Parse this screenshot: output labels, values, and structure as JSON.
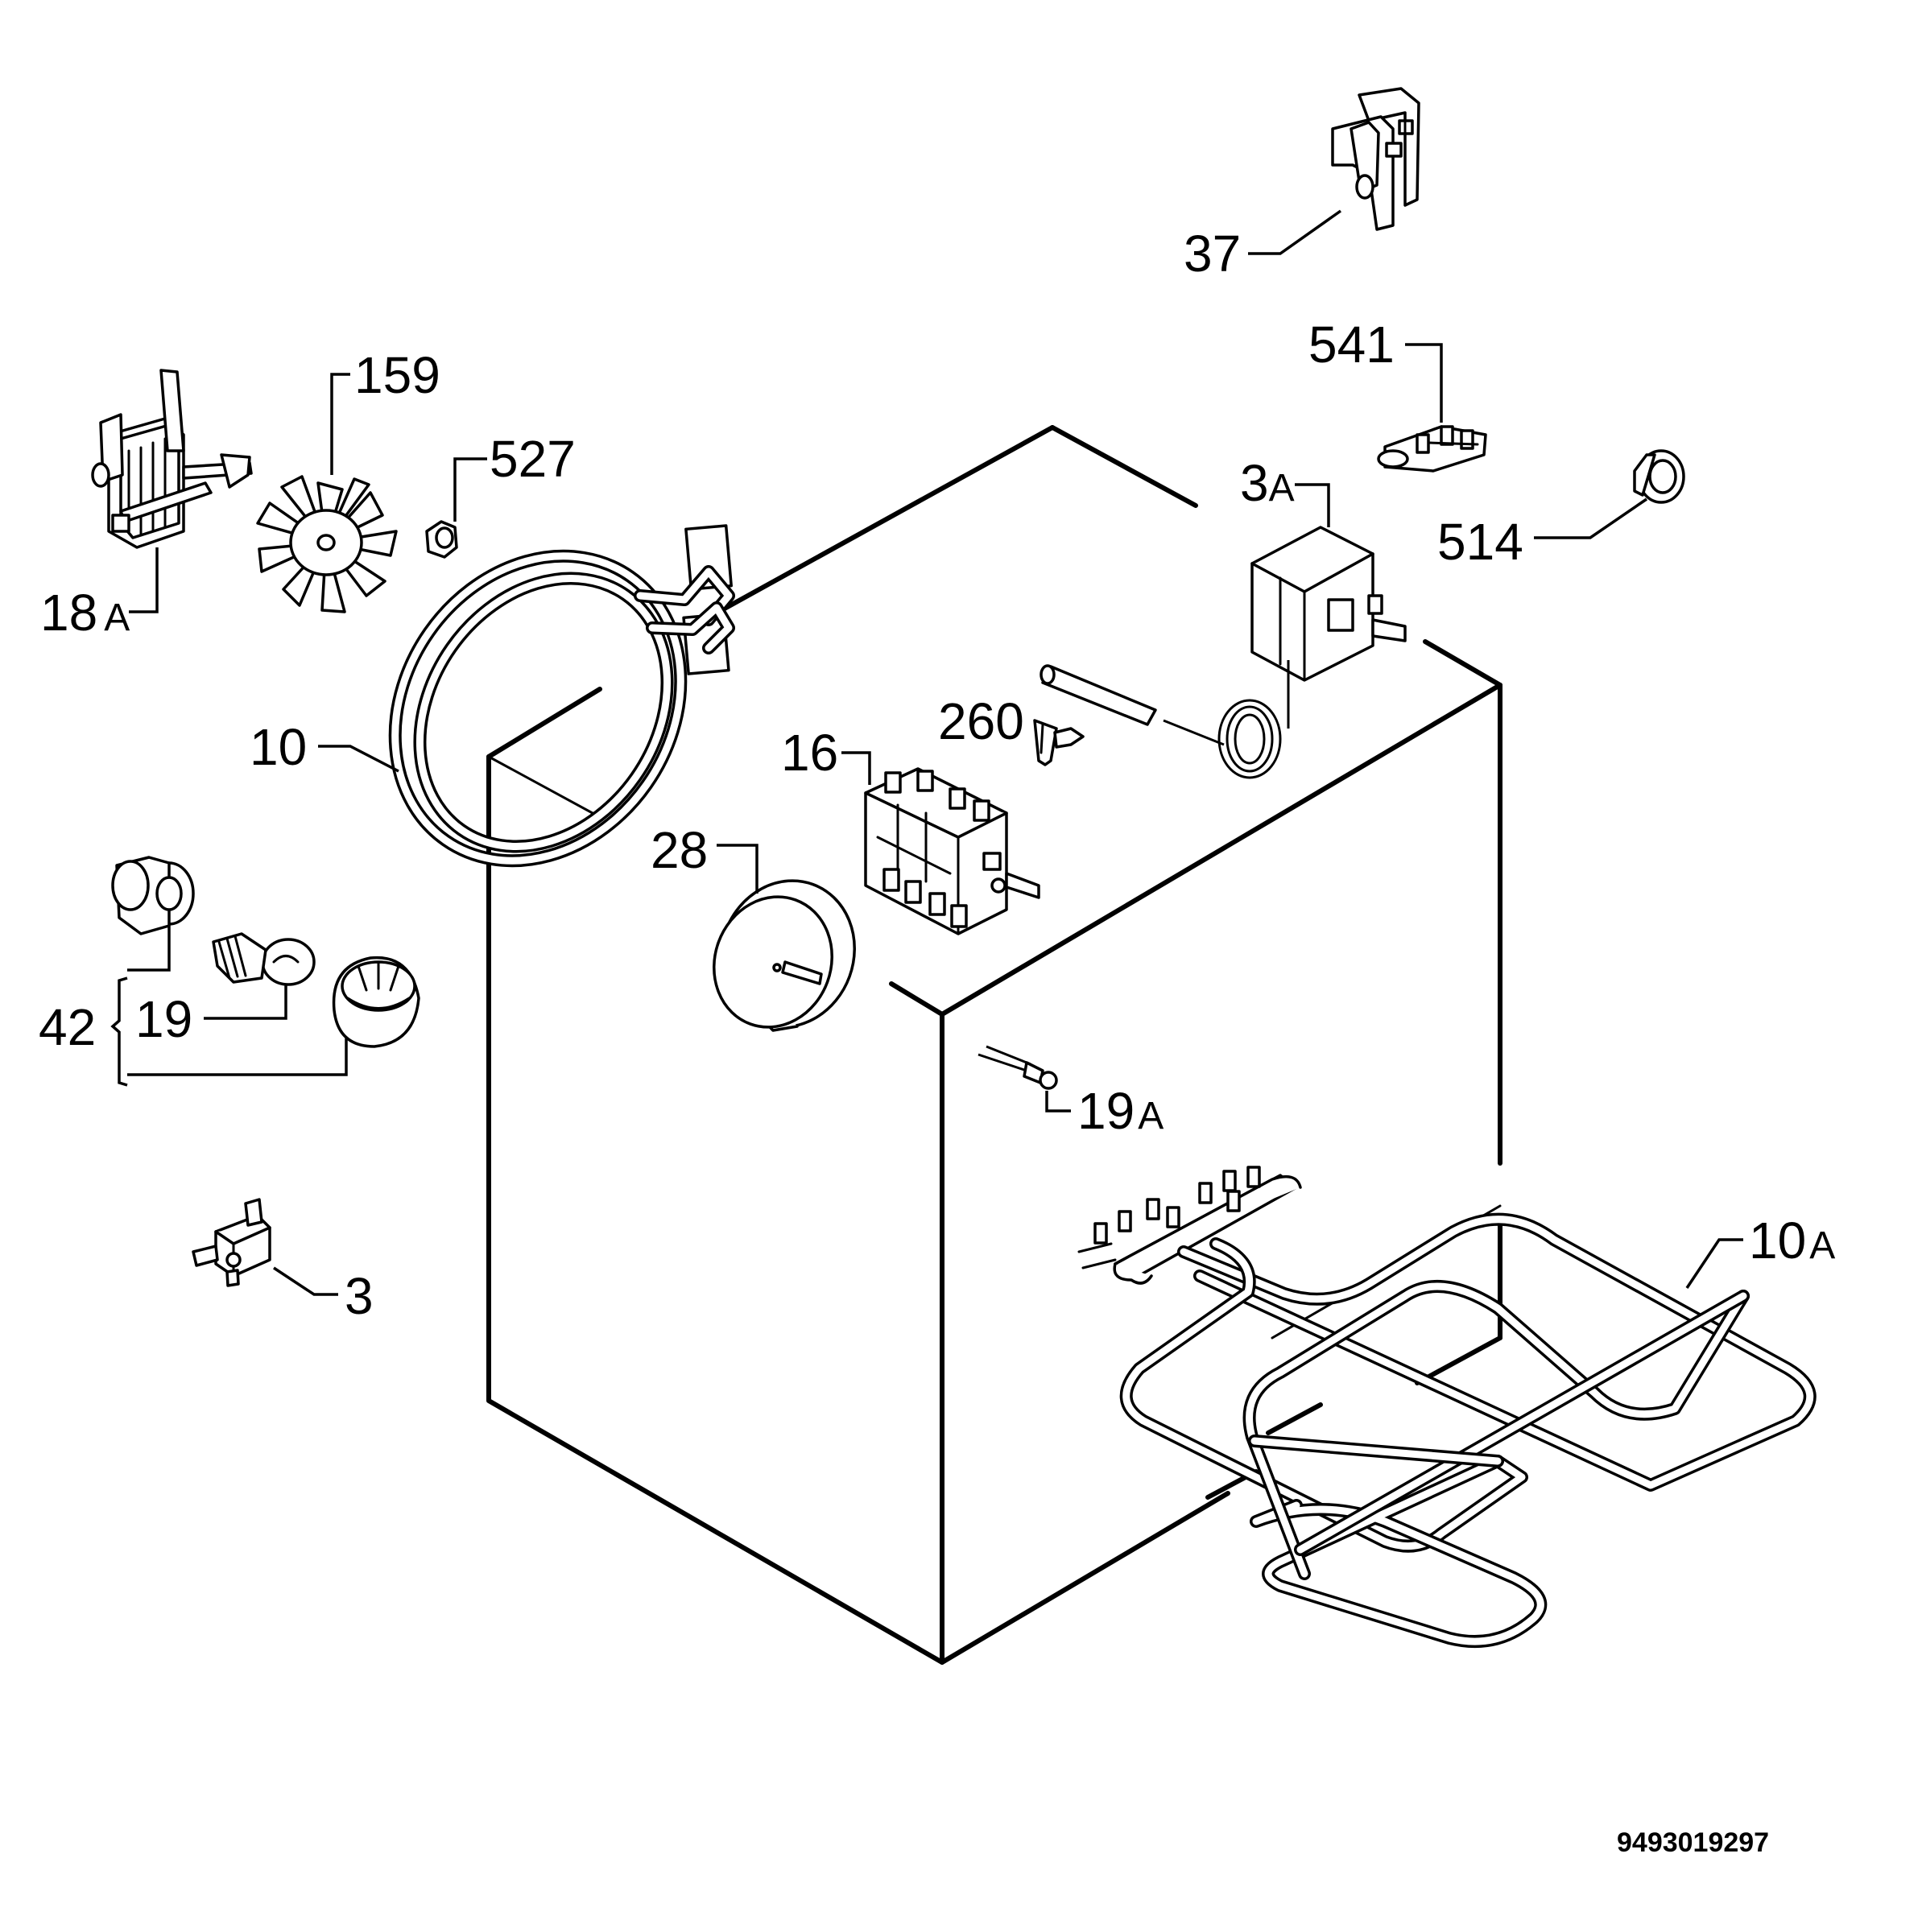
{
  "labels": {
    "p37": "37",
    "p541": "541",
    "p514": "514",
    "p3a": "3",
    "p3a_sfx": "A",
    "p159": "159",
    "p527": "527",
    "p18a": "18",
    "p18a_sfx": "A",
    "p10": "10",
    "p260": "260",
    "p16": "16",
    "p28": "28",
    "p42": "42",
    "p19": "19",
    "p19a": "19",
    "p19a_sfx": "A",
    "p3": "3",
    "p10a": "10",
    "p10a_sfx": "A"
  },
  "document_number": "9493019297"
}
